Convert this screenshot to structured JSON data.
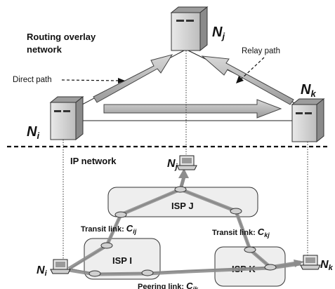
{
  "overlay": {
    "title_line1": "Routing overlay",
    "title_line2": "network",
    "direct_path_label": "Direct path",
    "relay_path_label": "Relay path"
  },
  "ip": {
    "title": "IP network"
  },
  "nodes": {
    "ni": {
      "base": "N",
      "sub": "i"
    },
    "nj": {
      "base": "N",
      "sub": "j"
    },
    "nk": {
      "base": "N",
      "sub": "k"
    }
  },
  "isps": {
    "j": "ISP J",
    "i": "ISP I",
    "k": "ISP K"
  },
  "links": {
    "transit_ij": {
      "prefix": "Transit link: ",
      "base": "C",
      "sub": "ij"
    },
    "transit_kj": {
      "prefix": "Transit link: ",
      "base": "C",
      "sub": "kj"
    },
    "peering_ik": {
      "prefix": "Peering  link: ",
      "base": "C",
      "sub": "ik"
    }
  }
}
